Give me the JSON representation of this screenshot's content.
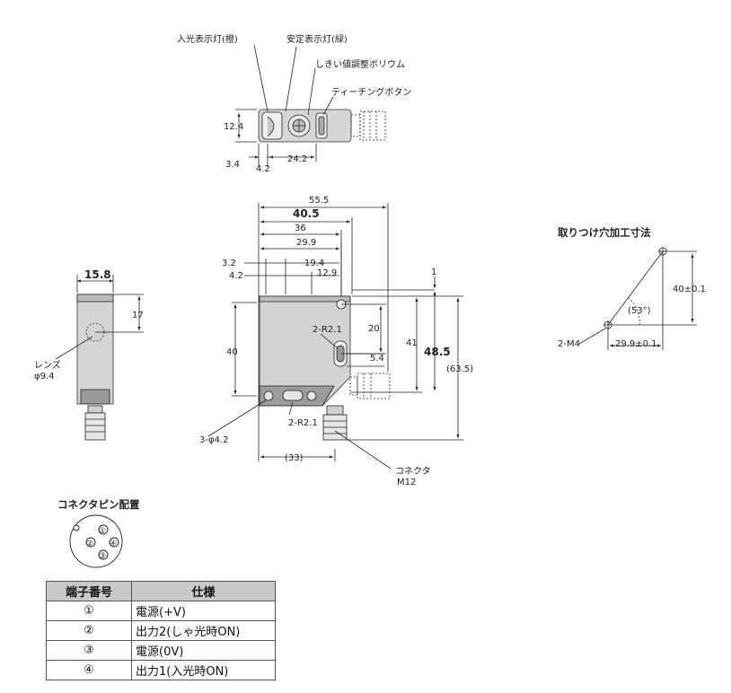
{
  "top_view": {
    "callouts": {
      "input_led": "入光表示灯(橙)",
      "stable_led": "安定表示灯(緑)",
      "threshold_volume": "しきい値調整ボリウム",
      "teach_button": "ティーチングボタン"
    },
    "dims": {
      "height": "12.4",
      "left_offset": "3.4",
      "mid_offset": "4.2",
      "width": "24.2"
    }
  },
  "side_view": {
    "dims": {
      "width": "15.8",
      "offset": "17"
    },
    "lens_label": "レンズ",
    "lens_dia": "φ9.4"
  },
  "front_view": {
    "dims": {
      "d55_5": "55.5",
      "d40_5": "40.5",
      "d36": "36",
      "d29_9": "29.9",
      "d3_2": "3.2",
      "d19_4": "19.4",
      "d4_2": "4.2",
      "d12_9": "12.9",
      "d1": "1",
      "d2_r2_1_top": "2-R2.1",
      "d20": "20",
      "d40": "40",
      "d41": "41",
      "d48_5": "48.5",
      "d63_5": "(63.5)",
      "d5_4": "5.4",
      "d2_r2_1_bottom": "2-R2.1",
      "d3_phi4_2": "3-φ4.2",
      "d33": "(33)"
    },
    "connector_label": "コネクタ",
    "connector_size": "M12"
  },
  "mounting": {
    "title": "取りつけ穴加工寸法",
    "dim_40": "40±0.1",
    "dim_29_9": "29.9±0.1",
    "angle": "(53°)",
    "holes": "2-M4"
  },
  "pin_layout": {
    "title": "コネクタピン配置",
    "pins": [
      "①",
      "②",
      "③",
      "④"
    ]
  },
  "pin_table": {
    "headers": [
      "端子番号",
      "仕様"
    ],
    "rows": [
      {
        "no": "①",
        "spec": "電源(+V)"
      },
      {
        "no": "②",
        "spec": "出力2(しゃ光時ON)"
      },
      {
        "no": "③",
        "spec": "電源(0V)"
      },
      {
        "no": "④",
        "spec": "出力1(入光時ON)"
      }
    ]
  }
}
